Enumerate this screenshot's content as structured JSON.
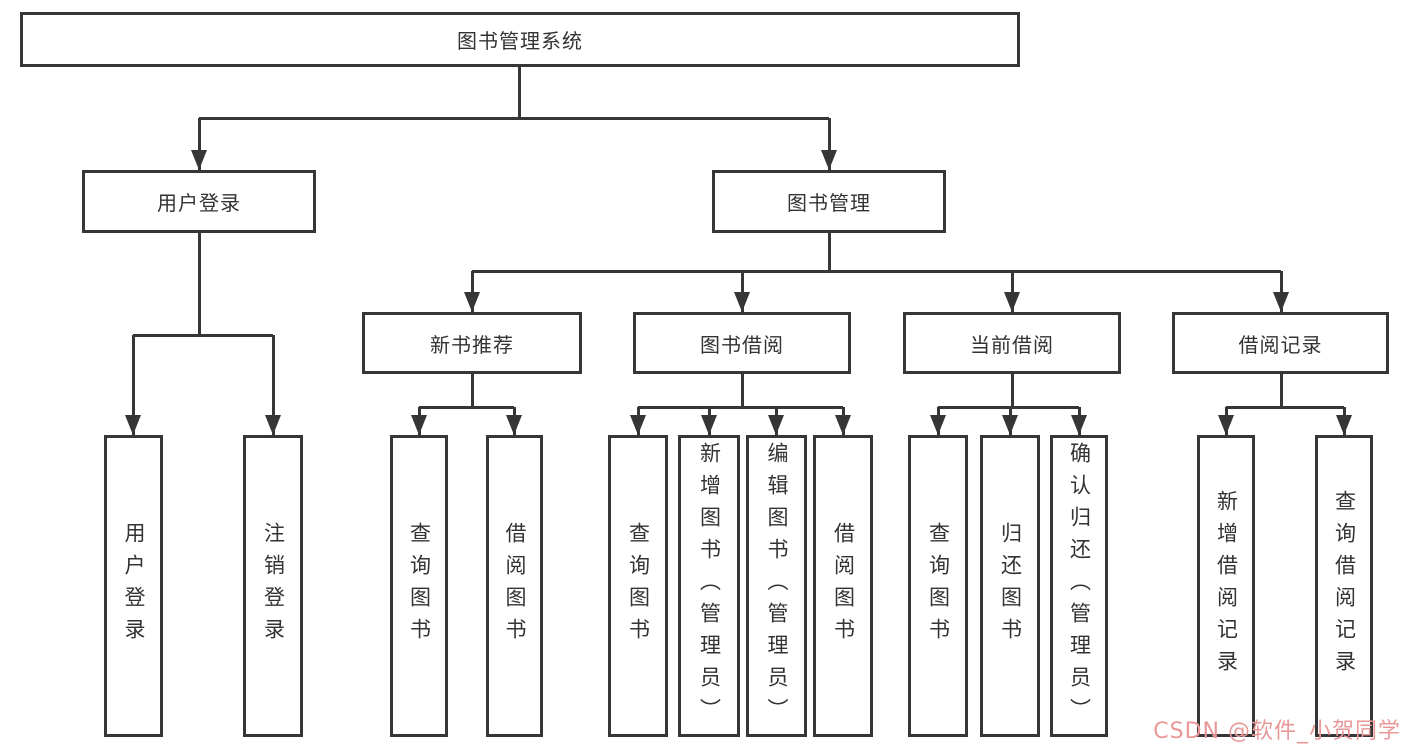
{
  "diagram": {
    "type": "tree",
    "root": {
      "label": "图书管理系统"
    },
    "level1": [
      {
        "label": "用户登录"
      },
      {
        "label": "图书管理"
      }
    ],
    "level2": [
      {
        "label": "新书推荐",
        "parent": "图书管理"
      },
      {
        "label": "图书借阅",
        "parent": "图书管理"
      },
      {
        "label": "当前借阅",
        "parent": "图书管理"
      },
      {
        "label": "借阅记录",
        "parent": "图书管理"
      }
    ],
    "leaves": [
      {
        "label": "用户登录",
        "parent": "用户登录"
      },
      {
        "label": "注销登录",
        "parent": "用户登录"
      },
      {
        "label": "查询图书",
        "parent": "新书推荐"
      },
      {
        "label": "借阅图书",
        "parent": "新书推荐"
      },
      {
        "label": "查询图书",
        "parent": "图书借阅"
      },
      {
        "label": "新增图书（管理员）",
        "parent": "图书借阅"
      },
      {
        "label": "编辑图书（管理员）",
        "parent": "图书借阅"
      },
      {
        "label": "借阅图书",
        "parent": "图书借阅"
      },
      {
        "label": "查询图书",
        "parent": "当前借阅"
      },
      {
        "label": "归还图书",
        "parent": "当前借阅"
      },
      {
        "label": "确认归还（管理员）",
        "parent": "当前借阅"
      },
      {
        "label": "新增借阅记录",
        "parent": "借阅记录"
      },
      {
        "label": "查询借阅记录",
        "parent": "借阅记录"
      }
    ],
    "colors": {
      "line": "#363636",
      "border": "#363636",
      "text": "#333333",
      "background": "#ffffff",
      "watermark": "#e89898"
    },
    "watermark": {
      "text": "CSDN @软件_小贺同学"
    }
  }
}
